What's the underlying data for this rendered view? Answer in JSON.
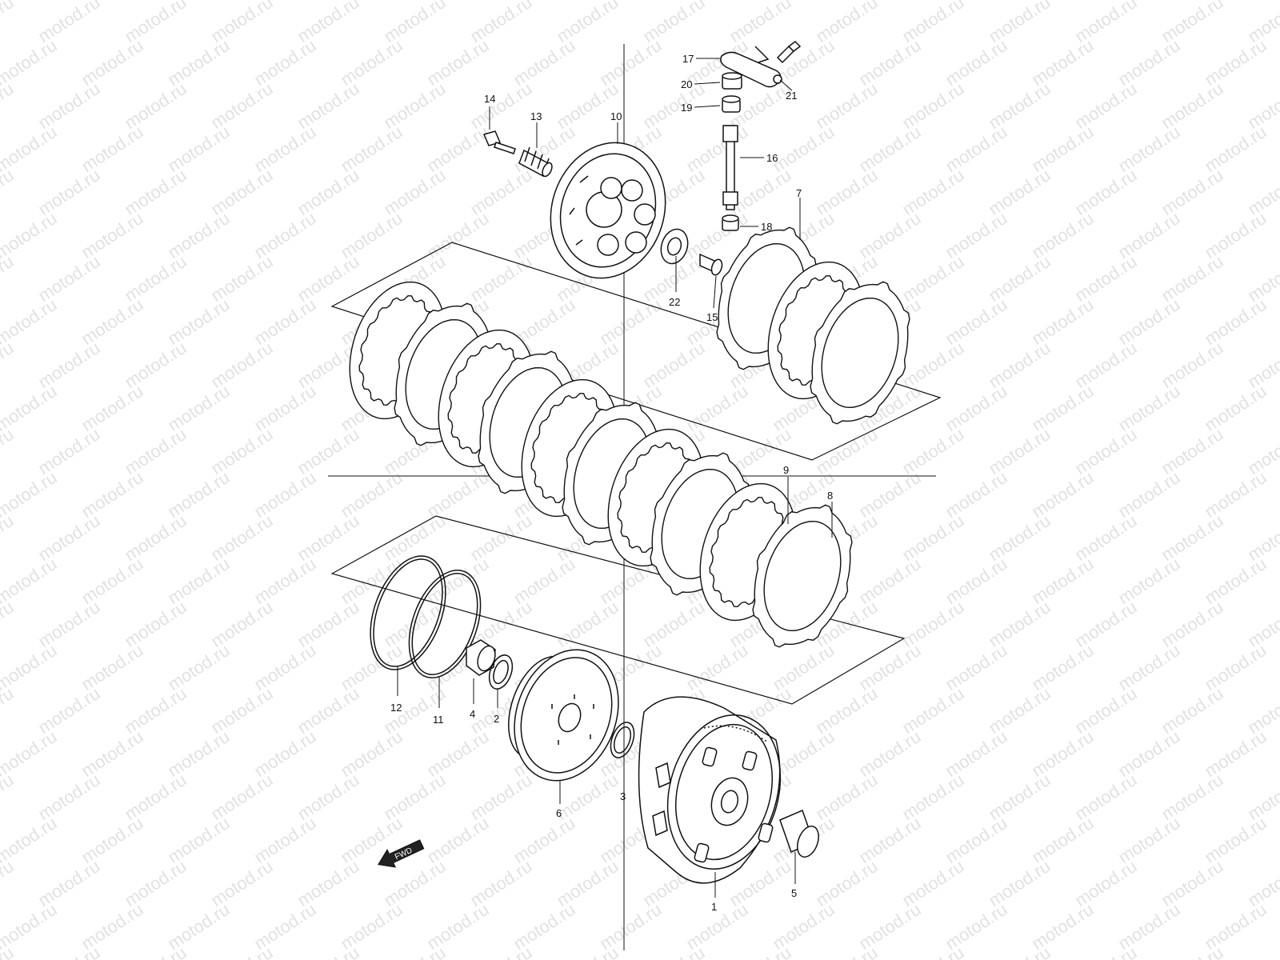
{
  "diagram": {
    "watermark_text": "motod.ru",
    "colors": {
      "line": "#111111",
      "watermark": "#e2e2e2",
      "background": "#ffffff"
    },
    "fwd_label": "FWD",
    "callouts": {
      "1": "1",
      "2": "2",
      "3": "3",
      "4": "4",
      "5": "5",
      "6": "6",
      "7": "7",
      "8": "8",
      "9": "9",
      "10": "10",
      "11": "11",
      "12": "12",
      "13": "13",
      "14": "14",
      "15": "15",
      "16": "16",
      "17": "17",
      "18": "18",
      "19": "19",
      "20": "20",
      "21": "21",
      "22": "22"
    }
  }
}
